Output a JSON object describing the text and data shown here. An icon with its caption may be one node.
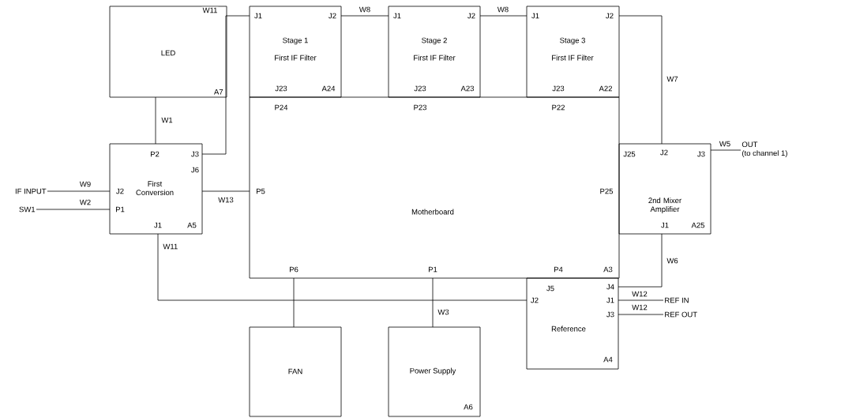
{
  "diagram": {
    "nodes": [
      {
        "text": [
          "LED",
          "A7"
        ]
      },
      {
        "text": [
          "P2",
          "J3",
          "J2",
          "J6",
          "First Conversion",
          "P1",
          "J1",
          "A5"
        ]
      },
      {
        "text": [
          "J1",
          "J2",
          "Stage 1",
          "First IF Filter",
          "J23",
          "A24"
        ]
      },
      {
        "text": [
          "J1",
          "J2",
          "Stage 2",
          "First IF Filter",
          "J23",
          "A23"
        ]
      },
      {
        "text": [
          "J1",
          "J2",
          "Stage 3",
          "First IF Filter",
          "J23",
          "A22"
        ]
      },
      {
        "text": [
          "P24",
          "P23",
          "P22",
          "P5",
          "Motherboard",
          "P25",
          "P6",
          "P1",
          "P4",
          "A3"
        ]
      },
      {
        "text": [
          "J25",
          "J2",
          "J3",
          "2nd Mixer Amplifier",
          "J1",
          "A25"
        ]
      },
      {
        "text": [
          "FAN"
        ]
      },
      {
        "text": [
          "Power Supply",
          "A6"
        ]
      },
      {
        "text": [
          "J5",
          "J4",
          "J2",
          "J1",
          "J3",
          "Reference",
          "A4"
        ]
      },
      {
        "text": [
          "IF INPUT"
        ]
      },
      {
        "text": [
          "SW1"
        ]
      },
      {
        "text": [
          "OUT",
          "(to channel 1)"
        ]
      },
      {
        "text": [
          "REF IN"
        ]
      },
      {
        "text": [
          "REF OUT"
        ]
      }
    ],
    "edges": [
      {
        "from": 1,
        "to": 2,
        "arrow": "none",
        "label": "W11"
      },
      {
        "from": 0,
        "to": 1,
        "arrow": "none",
        "label": "W1"
      },
      {
        "from": 10,
        "to": 1,
        "arrow": "none",
        "label": "W9"
      },
      {
        "from": 11,
        "to": 1,
        "arrow": "none",
        "label": "W2"
      },
      {
        "from": 1,
        "to": 5,
        "arrow": "none",
        "label": "W13"
      },
      {
        "from": 2,
        "to": 3,
        "arrow": "none",
        "label": "W8"
      },
      {
        "from": 3,
        "to": 4,
        "arrow": "none",
        "label": "W8"
      },
      {
        "from": 4,
        "to": 6,
        "arrow": "none",
        "label": "W7"
      },
      {
        "from": 6,
        "to": 12,
        "arrow": "none",
        "label": "W5"
      },
      {
        "from": 6,
        "to": 9,
        "arrow": "none",
        "label": "W6"
      },
      {
        "from": 9,
        "to": 13,
        "arrow": "none",
        "label": "W12"
      },
      {
        "from": 9,
        "to": 14,
        "arrow": "none",
        "label": "W12"
      },
      {
        "from": 1,
        "to": 9,
        "arrow": "none",
        "label": "W11"
      },
      {
        "from": 5,
        "to": 7,
        "arrow": "none"
      },
      {
        "from": 5,
        "to": 8,
        "arrow": "none",
        "label": "W3"
      }
    ]
  }
}
